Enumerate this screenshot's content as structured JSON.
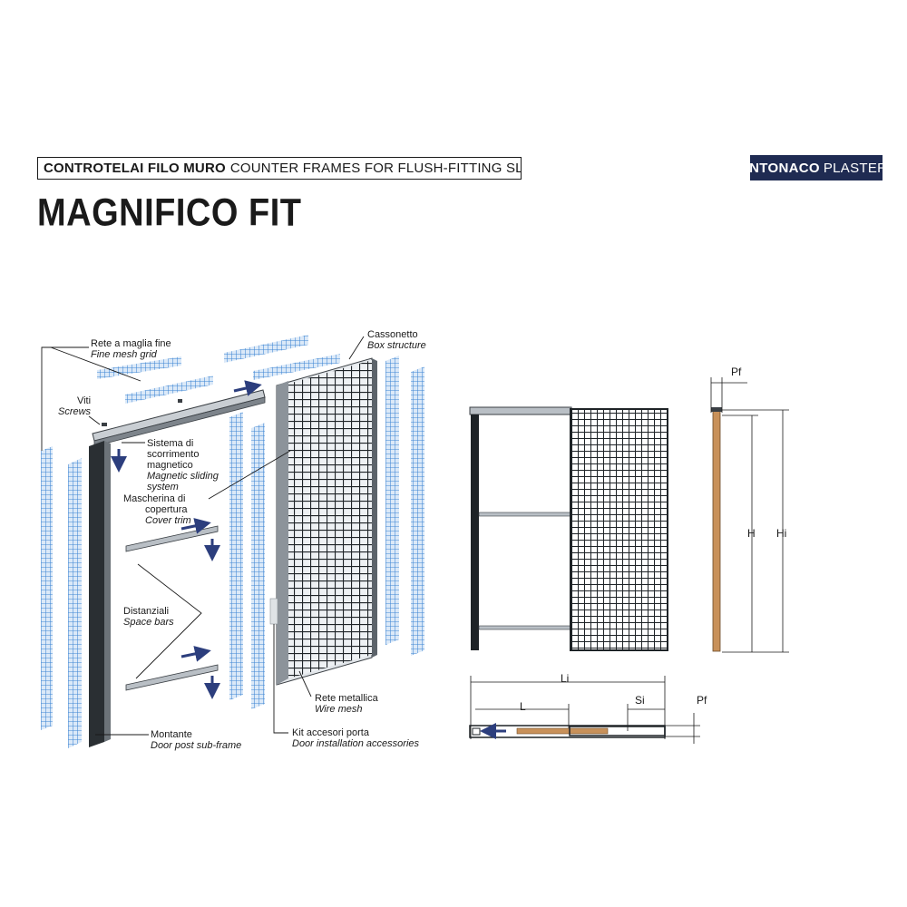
{
  "header": {
    "category_bold": "CONTROTELAI FILO MURO",
    "category_rest": "COUNTER FRAMES FOR FLUSH-FITTING SLIDING DOORS",
    "badge_bold": "INTONACO",
    "badge_rest": "PLASTER",
    "product_title": "MAGNIFICO FIT"
  },
  "labels": {
    "fine_mesh": {
      "it": "Rete a maglia fine",
      "en": "Fine mesh grid"
    },
    "screws": {
      "it": "Viti",
      "en": "Screws"
    },
    "sliding": {
      "it": "Sistema di scorrimento magnetico",
      "it1": "Sistema di",
      "it2": "scorrimento",
      "it3": "magnetico",
      "en1": "Magnetic sliding",
      "en2": "system"
    },
    "cover_trim": {
      "it1": "Mascherina di",
      "it2": "copertura",
      "en": "Cover trim"
    },
    "space_bars": {
      "it": "Distanziali",
      "en": "Space bars"
    },
    "door_post": {
      "it": "Montante",
      "en": "Door post sub-frame"
    },
    "box": {
      "it": "Cassonetto",
      "en": "Box structure"
    },
    "wire_mesh": {
      "it": "Rete metallica",
      "en": "Wire mesh"
    },
    "accessories": {
      "it": "Kit accesori porta",
      "en": "Door installation accessories"
    }
  },
  "dimensions": {
    "pf_top": "Pf",
    "h": "H",
    "hi": "Hi",
    "li": "Li",
    "l": "L",
    "si": "Si",
    "pf_bottom": "Pf"
  },
  "colors": {
    "mesh_blue": "#4a8fd6",
    "arrow_navy": "#2c3e7d",
    "frame_dark": "#1e2327",
    "wood": "#c8915a",
    "badge_bg": "#1f2b52"
  }
}
